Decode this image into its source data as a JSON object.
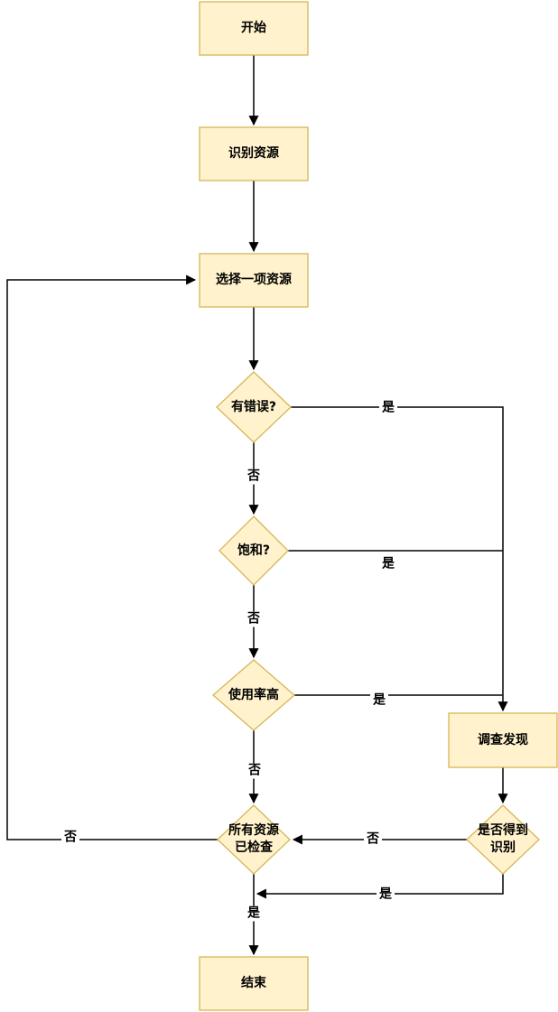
{
  "diagram": {
    "type": "flowchart",
    "colors": {
      "node_fill": "#FFF2CC",
      "node_stroke": "#D6B656",
      "edge": "#000000",
      "text": "#000000"
    },
    "nodes": [
      {
        "id": "start",
        "shape": "rectangle",
        "label": "开始"
      },
      {
        "id": "identify-resources",
        "shape": "rectangle",
        "label": "识别资源"
      },
      {
        "id": "select-resource",
        "shape": "rectangle",
        "label": "选择一项资源"
      },
      {
        "id": "has-errors",
        "shape": "diamond",
        "label": "有错误?"
      },
      {
        "id": "saturated",
        "shape": "diamond",
        "label": "饱和?"
      },
      {
        "id": "high-utilization",
        "shape": "diamond",
        "label": "使用率高"
      },
      {
        "id": "investigate-findings",
        "shape": "rectangle",
        "label": "调查发现"
      },
      {
        "id": "all-resources-checked",
        "shape": "diamond",
        "label": "所有资源\n已检查"
      },
      {
        "id": "is-identified",
        "shape": "diamond",
        "label": "是否得到\n识别"
      },
      {
        "id": "end",
        "shape": "rectangle",
        "label": "结束"
      }
    ],
    "edge_labels": [
      {
        "edge": "has-errors-yes",
        "text": "是"
      },
      {
        "edge": "has-errors-no",
        "text": "否"
      },
      {
        "edge": "saturated-yes",
        "text": "是"
      },
      {
        "edge": "saturated-no",
        "text": "否"
      },
      {
        "edge": "high-utilization-yes",
        "text": "是"
      },
      {
        "edge": "high-utilization-no",
        "text": "否"
      },
      {
        "edge": "is-identified-no",
        "text": "否"
      },
      {
        "edge": "is-identified-yes",
        "text": "是"
      },
      {
        "edge": "all-checked-no",
        "text": "否"
      },
      {
        "edge": "all-checked-yes",
        "text": "是"
      }
    ]
  }
}
